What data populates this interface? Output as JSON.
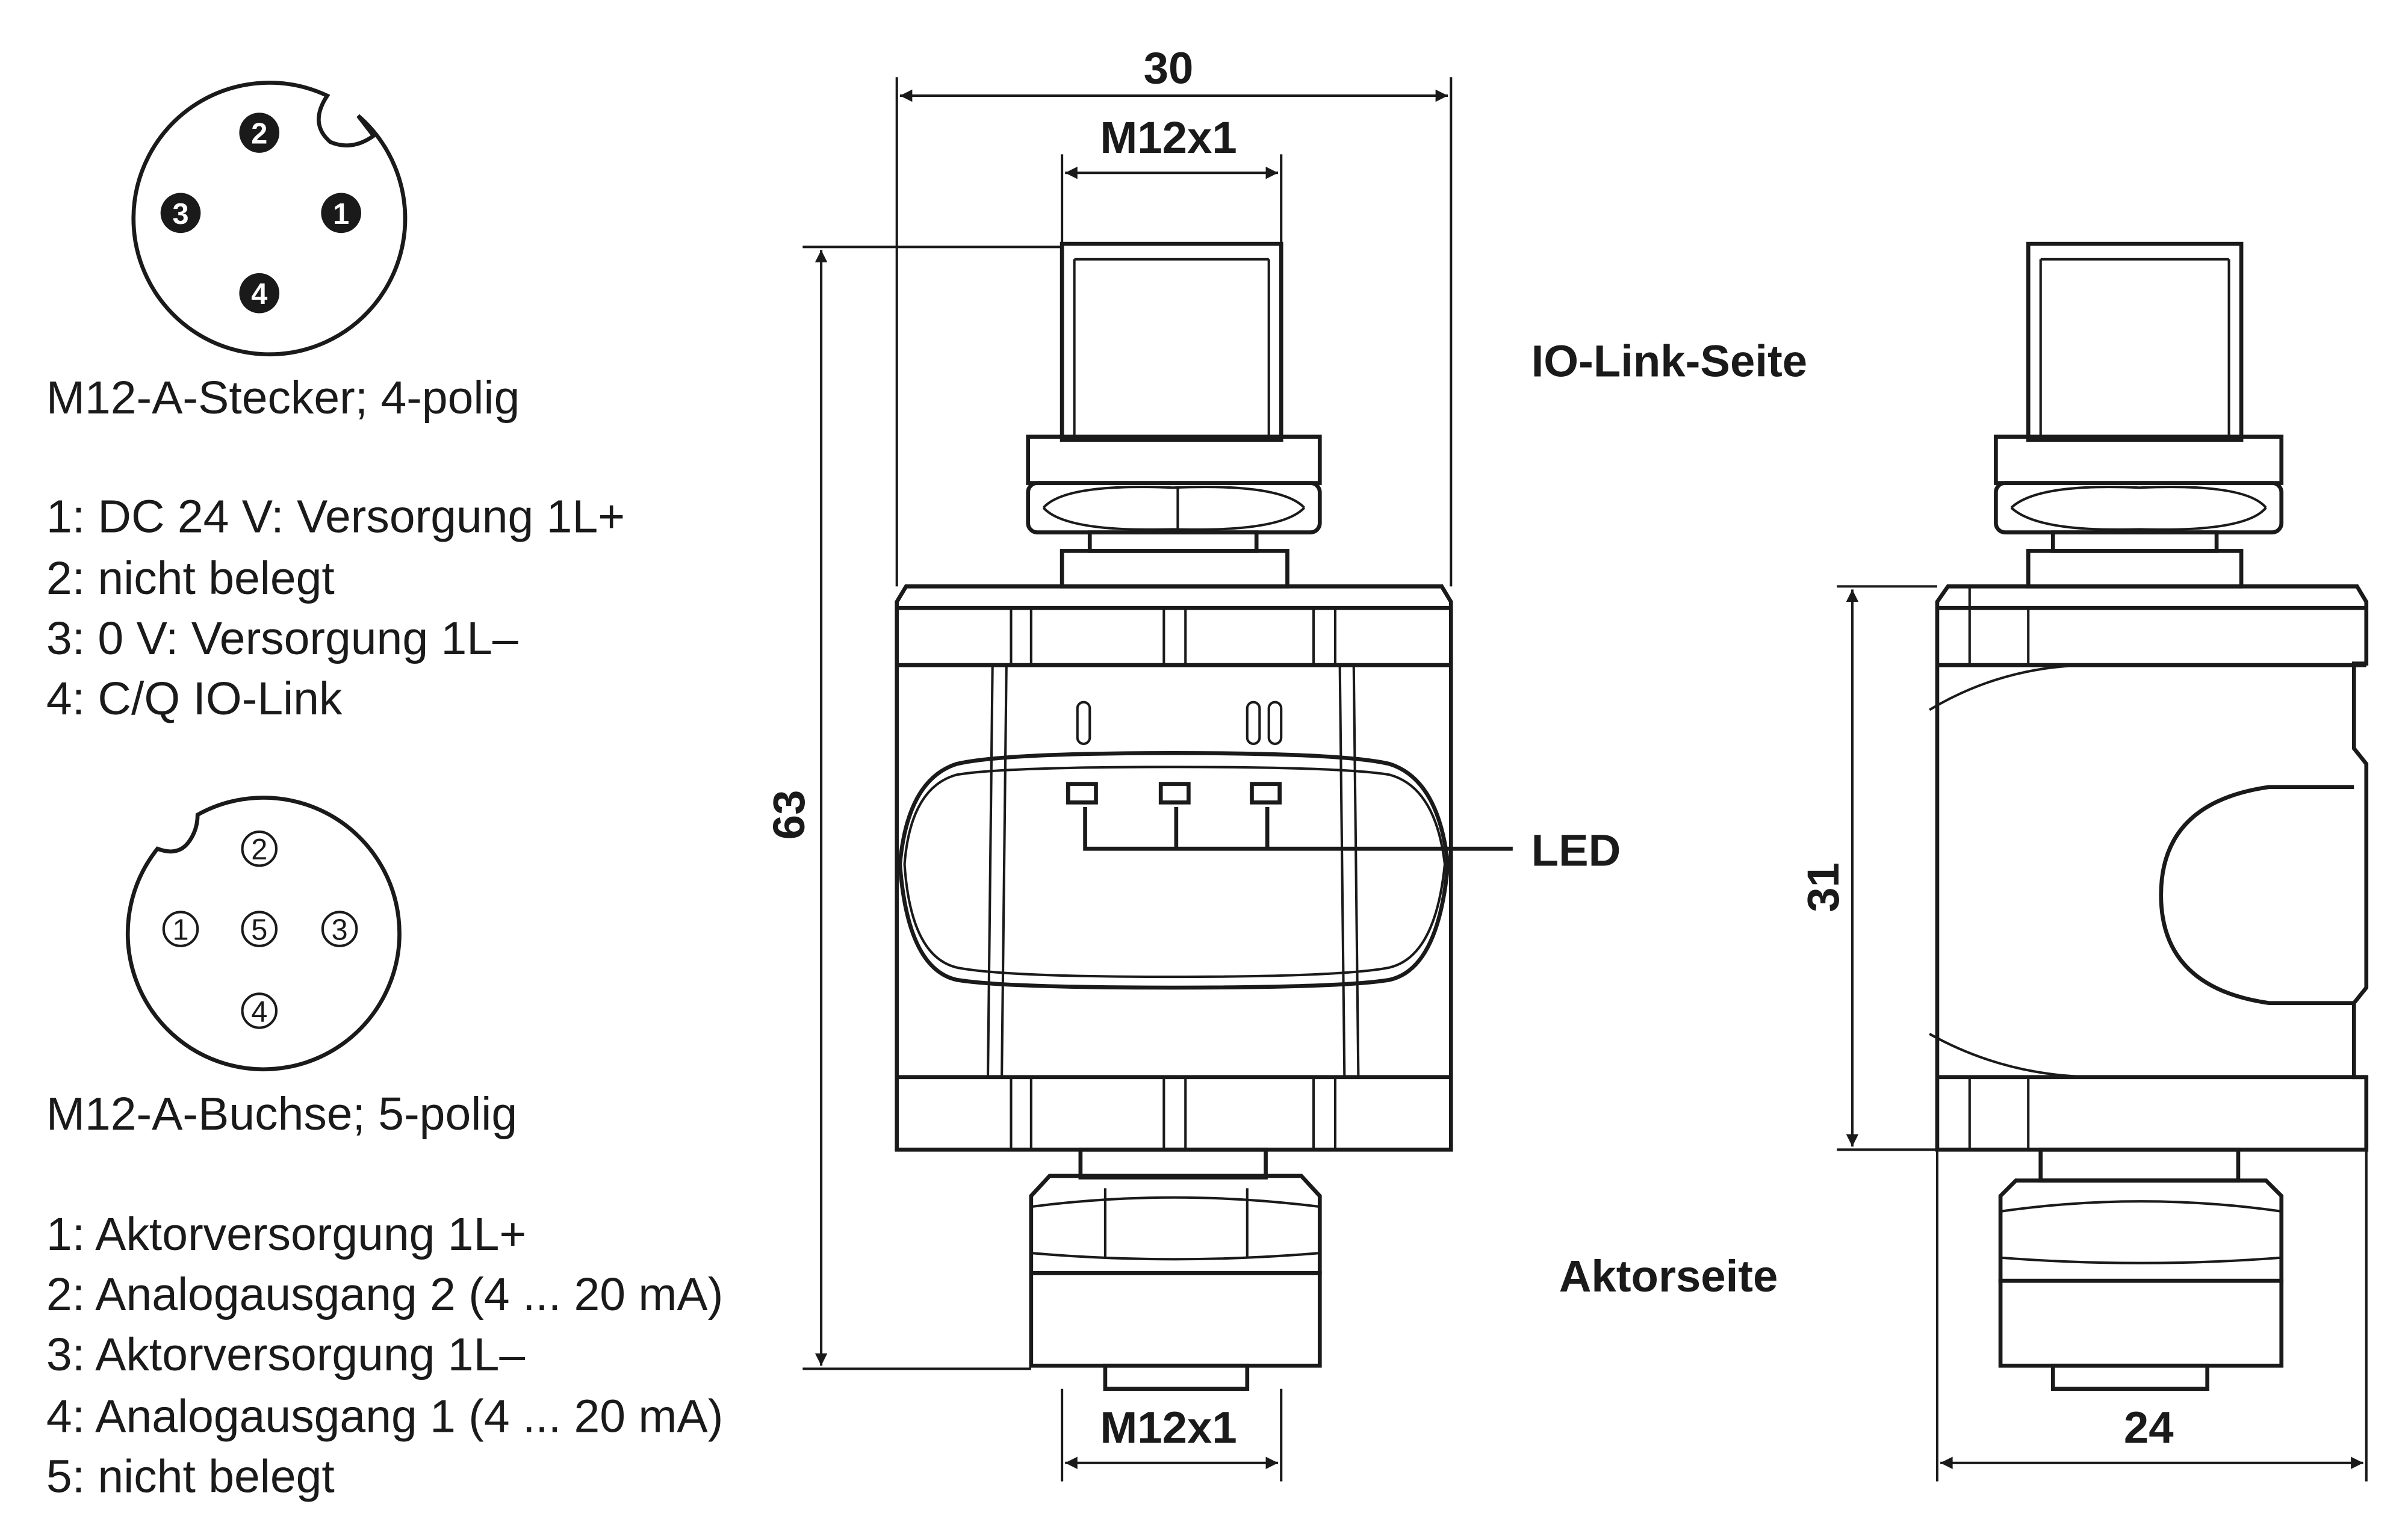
{
  "plug": {
    "title": "M12-A-Stecker; 4-polig",
    "pins": [
      "1",
      "2",
      "3",
      "4"
    ],
    "assignments": [
      "1: DC 24 V: Versorgung 1L+",
      "2: nicht belegt",
      "3: 0 V: Versorgung 1L–",
      "4: C/Q IO-Link"
    ]
  },
  "socket": {
    "title": "M12-A-Buchse; 5-polig",
    "pins": [
      "1",
      "2",
      "3",
      "4",
      "5"
    ],
    "assignments": [
      "1: Aktorversorgung 1L+",
      "2: Analogausgang 2 (4 ... 20 mA)",
      "3: Aktorversorgung 1L–",
      "4: Analogausgang 1 (4 ... 20 mA)",
      "5: nicht belegt"
    ]
  },
  "front_view": {
    "width_dim": "30",
    "thread_top": "M12x1",
    "thread_bottom": "M12x1",
    "height_dim": "63",
    "label_top": "IO-Link-Seite",
    "label_led": "LED",
    "label_bottom": "Aktorseite"
  },
  "side_view": {
    "height_dim": "31",
    "width_dim": "24"
  }
}
